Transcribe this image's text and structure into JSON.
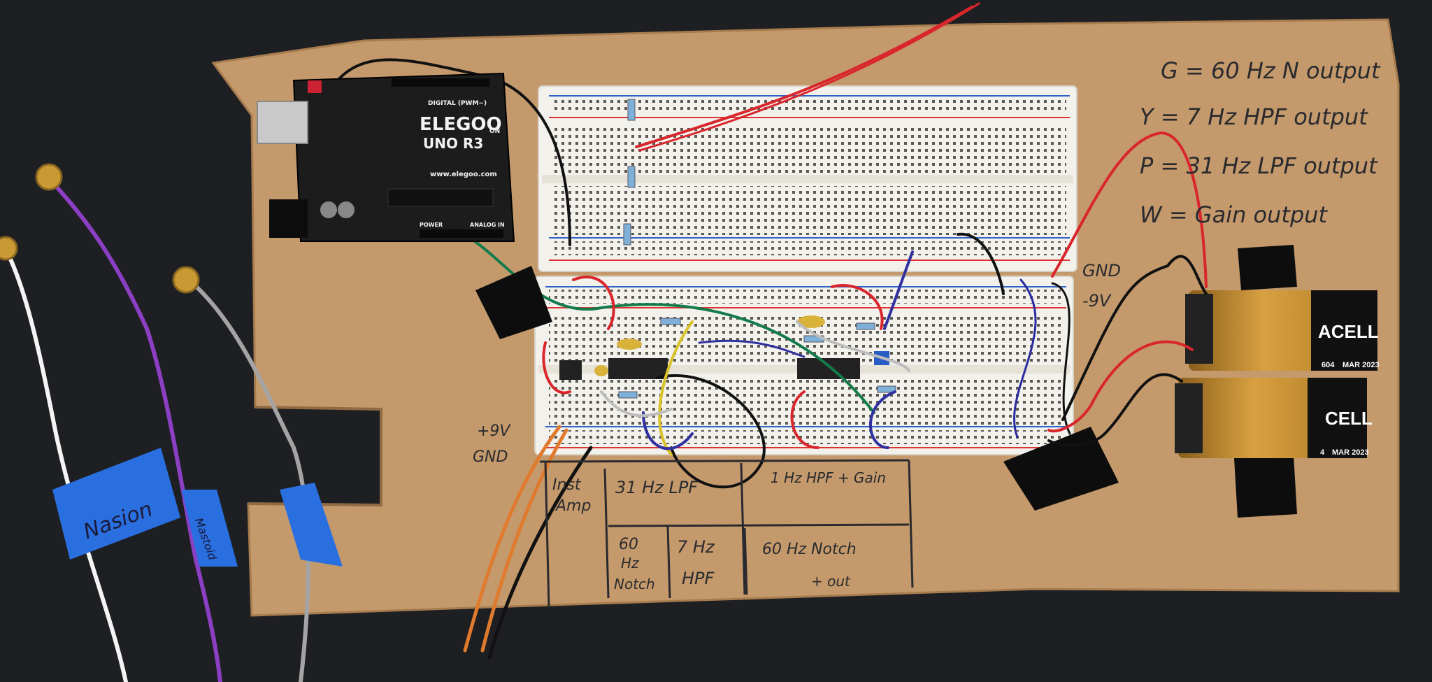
{
  "arduino": {
    "brand": "ELEGOO",
    "model": "UNO R3",
    "url": "www.elegoo.com",
    "header_digital": "DIGITAL (PWM~)",
    "header_power": "POWER",
    "header_analog": "ANALOG IN",
    "label_on": "ON"
  },
  "notes": {
    "legend": [
      "G = 60 Hz N output",
      "Y = 7 Hz HPF output",
      "P = 31 Hz LPF output",
      "W = Gain output"
    ],
    "gnd_top": "GND",
    "minus_9v": "-9V",
    "plus_9v": "+9V",
    "gnd_left": "GND",
    "table": {
      "inst_amp": [
        "Inst",
        "Amp"
      ],
      "lpf": "31 Hz LPF",
      "hpf_gain": "1 Hz HPF + Gain",
      "notch_60": [
        "60",
        "Hz",
        "Notch"
      ],
      "hpf_7": [
        "7 Hz",
        "HPF"
      ],
      "notch_out": [
        "60 Hz Notch",
        "+ out"
      ]
    }
  },
  "tapes": {
    "nasion": "Nasion",
    "mastoid": "Mastoid"
  },
  "batteries": [
    {
      "brand": "ACELL",
      "code": "604",
      "date": "MAR 2023"
    },
    {
      "brand": "CELL",
      "code": "4",
      "date": "MAR 2023"
    }
  ],
  "colors": {
    "cardboard": "#c49a6c",
    "table": "#1e1f22",
    "breadboard": "#f3f1ec",
    "arduino": "#1c1c1c",
    "battery_gold": "#c9902c",
    "tape": "#2a6fe0"
  }
}
